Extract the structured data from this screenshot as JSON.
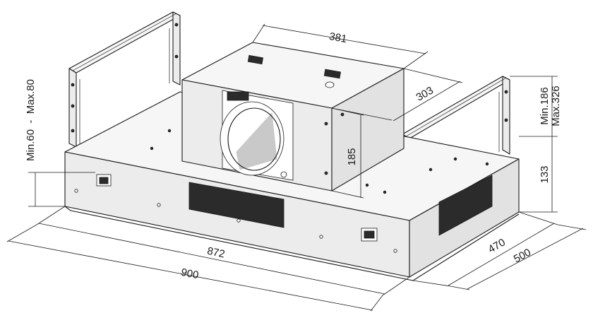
{
  "diagram": {
    "dimensions": {
      "motor_width": "381",
      "motor_depth": "303",
      "motor_height": "185",
      "bracket_range_right_min": "Min.186",
      "bracket_range_right_max": "Max.326",
      "bracket_range_left": "Min.60  -  Max.80",
      "body_height": "133",
      "inner_width": "872",
      "outer_width": "900",
      "inner_depth": "470",
      "outer_depth": "500"
    }
  }
}
